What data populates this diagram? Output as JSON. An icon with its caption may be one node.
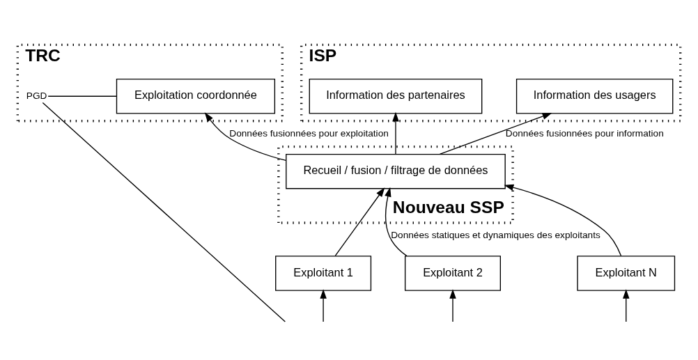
{
  "diagram": {
    "nodes": [
      {
        "text": [
          "TRC"
        ]
      },
      {
        "text": [
          "PGD"
        ],
        "in": 0
      },
      {
        "text": [
          "Exploitation coordonnée"
        ],
        "in": 0
      },
      {
        "text": [
          "ISP"
        ]
      },
      {
        "text": [
          "Information des partenaires"
        ],
        "in": 3
      },
      {
        "text": [
          "Information des usagers"
        ],
        "in": 3
      },
      {
        "text": [
          "Nouveau SSP"
        ]
      },
      {
        "text": [
          "Recueil / fusion / filtrage de données"
        ],
        "in": 6
      },
      {
        "text": [
          "Exploitant 1"
        ]
      },
      {
        "text": [
          "Exploitant 2"
        ]
      },
      {
        "text": [
          "Exploitant N"
        ]
      }
    ],
    "edges": [
      {
        "from": 1,
        "to": 2,
        "arrow": "none"
      },
      {
        "from": 1,
        "to": null,
        "arrow": "none"
      },
      {
        "from": 7,
        "to": 2,
        "arrow": "to",
        "label": "Données fusionnées pour exploitation"
      },
      {
        "from": 7,
        "to": 4,
        "arrow": "to"
      },
      {
        "from": 7,
        "to": 5,
        "arrow": "to",
        "label": "Données fusionnées pour information"
      },
      {
        "from": 8,
        "to": 7,
        "arrow": "to"
      },
      {
        "from": 9,
        "to": 7,
        "arrow": "to",
        "label": "Données statiques et dynamiques des exploitants"
      },
      {
        "from": 10,
        "to": 7,
        "arrow": "to"
      },
      {
        "from": null,
        "to": 8,
        "arrow": "to"
      },
      {
        "from": null,
        "to": 9,
        "arrow": "to"
      },
      {
        "from": null,
        "to": 10,
        "arrow": "to"
      }
    ]
  }
}
